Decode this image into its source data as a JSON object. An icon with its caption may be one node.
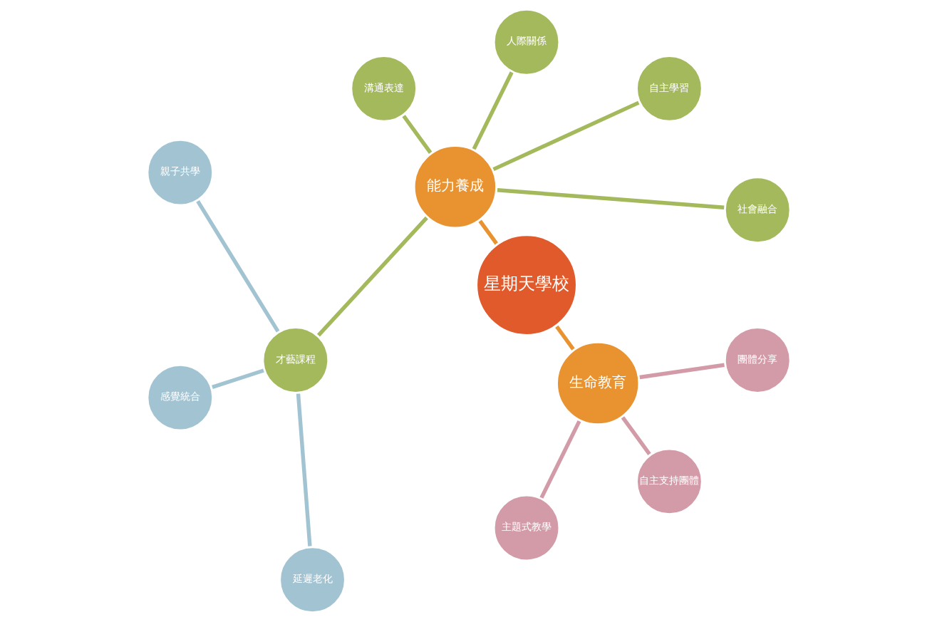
{
  "diagram": {
    "nodes": [
      {
        "text": [
          "星期天學校"
        ]
      },
      {
        "text": [
          "能力養成"
        ]
      },
      {
        "text": [
          "生命教育"
        ]
      },
      {
        "text": [
          "社會融合"
        ]
      },
      {
        "text": [
          "自主學習"
        ]
      },
      {
        "text": [
          "人際關係"
        ]
      },
      {
        "text": [
          "溝通表達"
        ]
      },
      {
        "text": [
          "才藝課程"
        ]
      },
      {
        "text": [
          "親子共學"
        ]
      },
      {
        "text": [
          "感覺統合"
        ]
      },
      {
        "text": [
          "延遲老化"
        ]
      },
      {
        "text": [
          "主題式教學"
        ]
      },
      {
        "text": [
          "自主支持團體"
        ]
      },
      {
        "text": [
          "團體分享"
        ]
      }
    ],
    "edges": [
      {
        "from": 1,
        "to": 0,
        "arrow": "none",
        "color": "#e99230"
      },
      {
        "from": 2,
        "to": 0,
        "arrow": "none",
        "color": "#e99230"
      },
      {
        "from": 3,
        "to": 1,
        "arrow": "none"
      },
      {
        "from": 4,
        "to": 1,
        "arrow": "none"
      },
      {
        "from": 5,
        "to": 1,
        "arrow": "none"
      },
      {
        "from": 6,
        "to": 1,
        "arrow": "none"
      },
      {
        "from": 7,
        "to": 1,
        "arrow": "none"
      },
      {
        "from": 8,
        "to": 7,
        "arrow": "none",
        "color": "#a2c3d2"
      },
      {
        "from": 9,
        "to": 7,
        "arrow": "none",
        "color": "#a2c3d2"
      },
      {
        "from": 10,
        "to": 7,
        "arrow": "none",
        "color": "#a2c3d2"
      },
      {
        "from": 11,
        "to": 2,
        "arrow": "none",
        "color": "#d39aa8"
      },
      {
        "from": 12,
        "to": 2,
        "arrow": "none",
        "color": "#d39aa8"
      },
      {
        "from": 13,
        "to": 2,
        "arrow": "none",
        "color": "#d39aa8"
      }
    ]
  }
}
